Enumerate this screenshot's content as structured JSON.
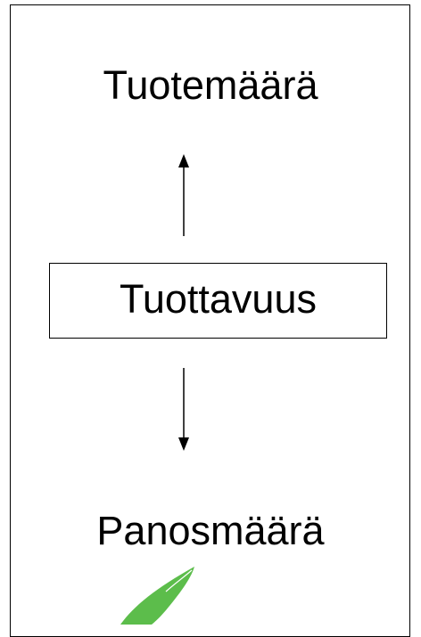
{
  "diagram": {
    "top_label": "Tuotemäärä",
    "center_label": "Tuottavuus",
    "bottom_label": "Panosmäärä"
  },
  "colors": {
    "line": "#000000",
    "leaf_accent": "#5cbd4b"
  },
  "icons": {
    "leaf": "green-leaf-logo"
  }
}
